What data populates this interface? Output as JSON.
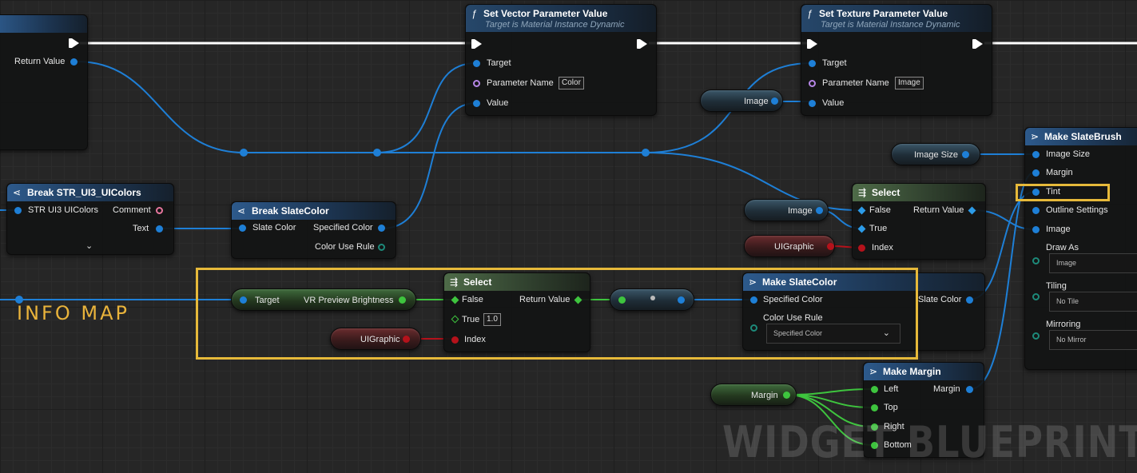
{
  "colors": {
    "wire_blue": "#1e7fd6",
    "wire_green": "#3ec43e",
    "wire_red": "#b5121b",
    "highlight": "#e6b93a",
    "exec_white": "#ffffff"
  },
  "left_node": {
    "return_value": "Return Value"
  },
  "set_vector": {
    "title": "Set Vector Parameter Value",
    "subtitle": "Target is Material Instance Dynamic",
    "target": "Target",
    "param_name": "Parameter Name",
    "param_value": "Color",
    "value": "Value"
  },
  "set_texture": {
    "title": "Set Texture Parameter Value",
    "subtitle": "Target is Material Instance Dynamic",
    "target": "Target",
    "param_name": "Parameter Name",
    "param_value": "Image",
    "value": "Value"
  },
  "image_var_top": {
    "label": "Image"
  },
  "image_size_var": {
    "label": "Image Size"
  },
  "image_var_mid": {
    "label": "Image"
  },
  "uigraphic_var_mid": {
    "label": "UIGraphic"
  },
  "uigraphic_var_low": {
    "label": "UIGraphic"
  },
  "margin_var": {
    "label": "Margin"
  },
  "break_colors": {
    "title": "Break STR_UI3_UIColors",
    "struct_pin": "STR UI3 UIColors",
    "comment": "Comment",
    "text": "Text"
  },
  "break_slate": {
    "title": "Break SlateColor",
    "slate_color": "Slate Color",
    "specified_color": "Specified Color",
    "color_use_rule": "Color Use Rule"
  },
  "select_top": {
    "title": "Select",
    "false": "False",
    "return_value": "Return Value",
    "true": "True",
    "index": "Index"
  },
  "select_mid": {
    "title": "Select",
    "false": "False",
    "return_value": "Return Value",
    "true": "True",
    "true_value": "1.0",
    "index": "Index"
  },
  "brightness": {
    "target": "Target",
    "label": "VR Preview Brightness"
  },
  "make_slate_color": {
    "title": "Make SlateColor",
    "specified_color": "Specified Color",
    "color_use_rule": "Color Use Rule",
    "rule_value": "Specified Color",
    "output": "Slate Color"
  },
  "make_margin": {
    "title": "Make Margin",
    "left": "Left",
    "top": "Top",
    "right": "Right",
    "bottom": "Bottom",
    "output": "Margin"
  },
  "make_brush": {
    "title": "Make SlateBrush",
    "image_size": "Image Size",
    "margin": "Margin",
    "tint": "Tint",
    "outline": "Outline Settings",
    "image": "Image",
    "draw_as": "Draw As",
    "draw_as_value": "Image",
    "tiling": "Tiling",
    "tiling_value": "No Tile",
    "mirroring": "Mirroring",
    "mirroring_value": "No Mirror"
  },
  "comment_label": "INFO MAP",
  "watermark": "WIDGET BLUEPRINT"
}
